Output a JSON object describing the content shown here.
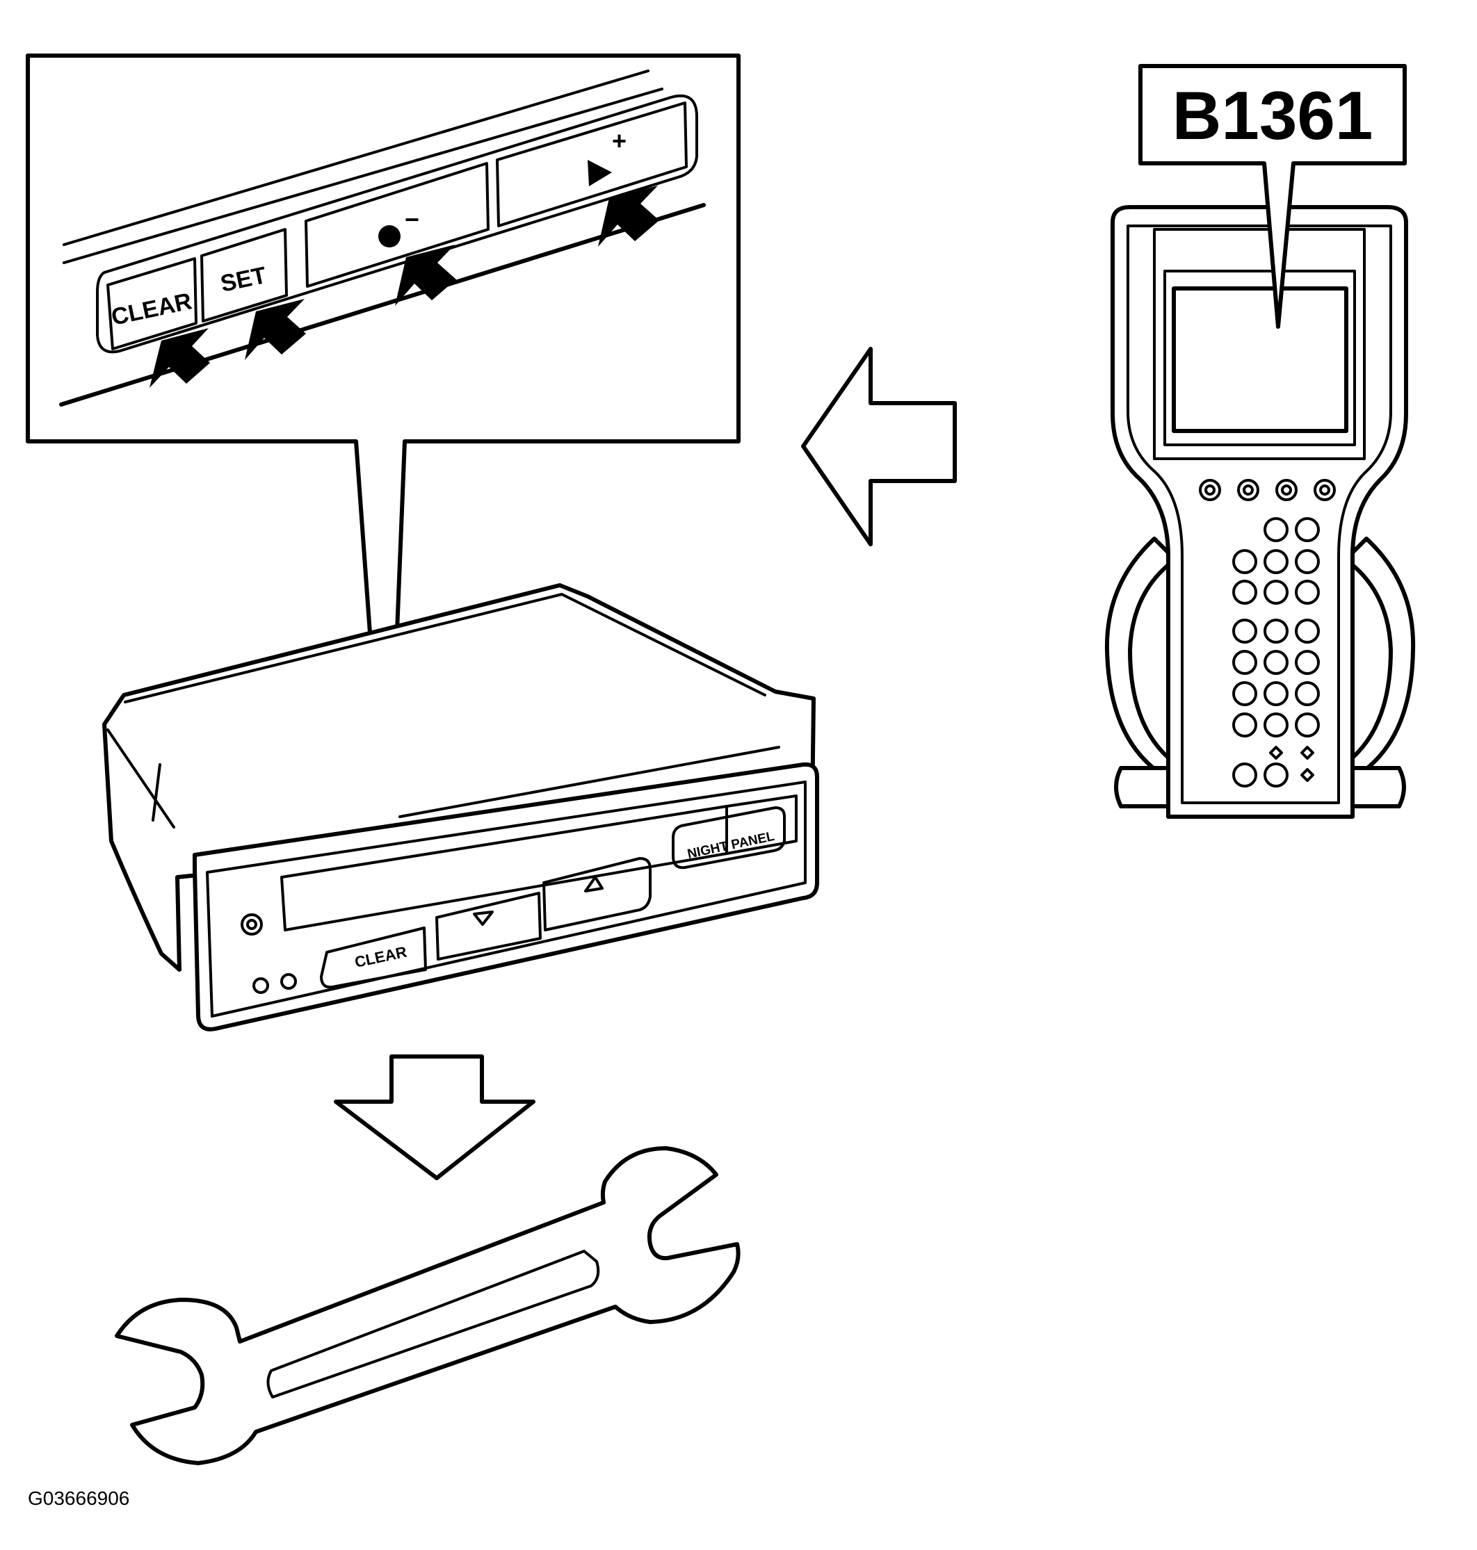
{
  "callout": {
    "buttons": {
      "clear": "CLEAR",
      "set": "SET",
      "minus_sign": "−",
      "plus_sign": "+"
    }
  },
  "scan_tool": {
    "code": "B1361"
  },
  "unit": {
    "buttons": {
      "clear": "CLEAR",
      "night_panel": "NIGHT PANEL"
    }
  },
  "figure_id": "G03666906",
  "icons": {
    "pointer_arrows": "arrow-icon",
    "flow_left": "hollow-arrow-left-icon",
    "flow_down": "hollow-arrow-down-icon",
    "tool": "wrench-icon"
  }
}
